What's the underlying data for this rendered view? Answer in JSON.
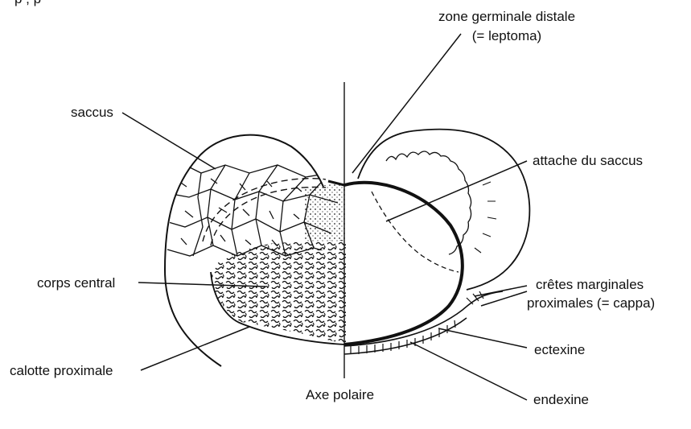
{
  "top_caption_fragment": "p                     ,        p",
  "labels": {
    "zone_germinale_line1": "zone germinale distale",
    "zone_germinale_line2": "(= leptoma)",
    "saccus": "saccus",
    "attache_du_saccus": "attache du saccus",
    "corps_central": "corps central",
    "cretes_line1": "crêtes marginales",
    "cretes_line2": "proximales (= cappa)",
    "ectexine": "ectexine",
    "calotte_proximale": "calotte proximale",
    "axe_polaire": "Axe polaire",
    "endexine": "endexine"
  },
  "colors": {
    "ink": "#111111",
    "paper": "#ffffff"
  }
}
